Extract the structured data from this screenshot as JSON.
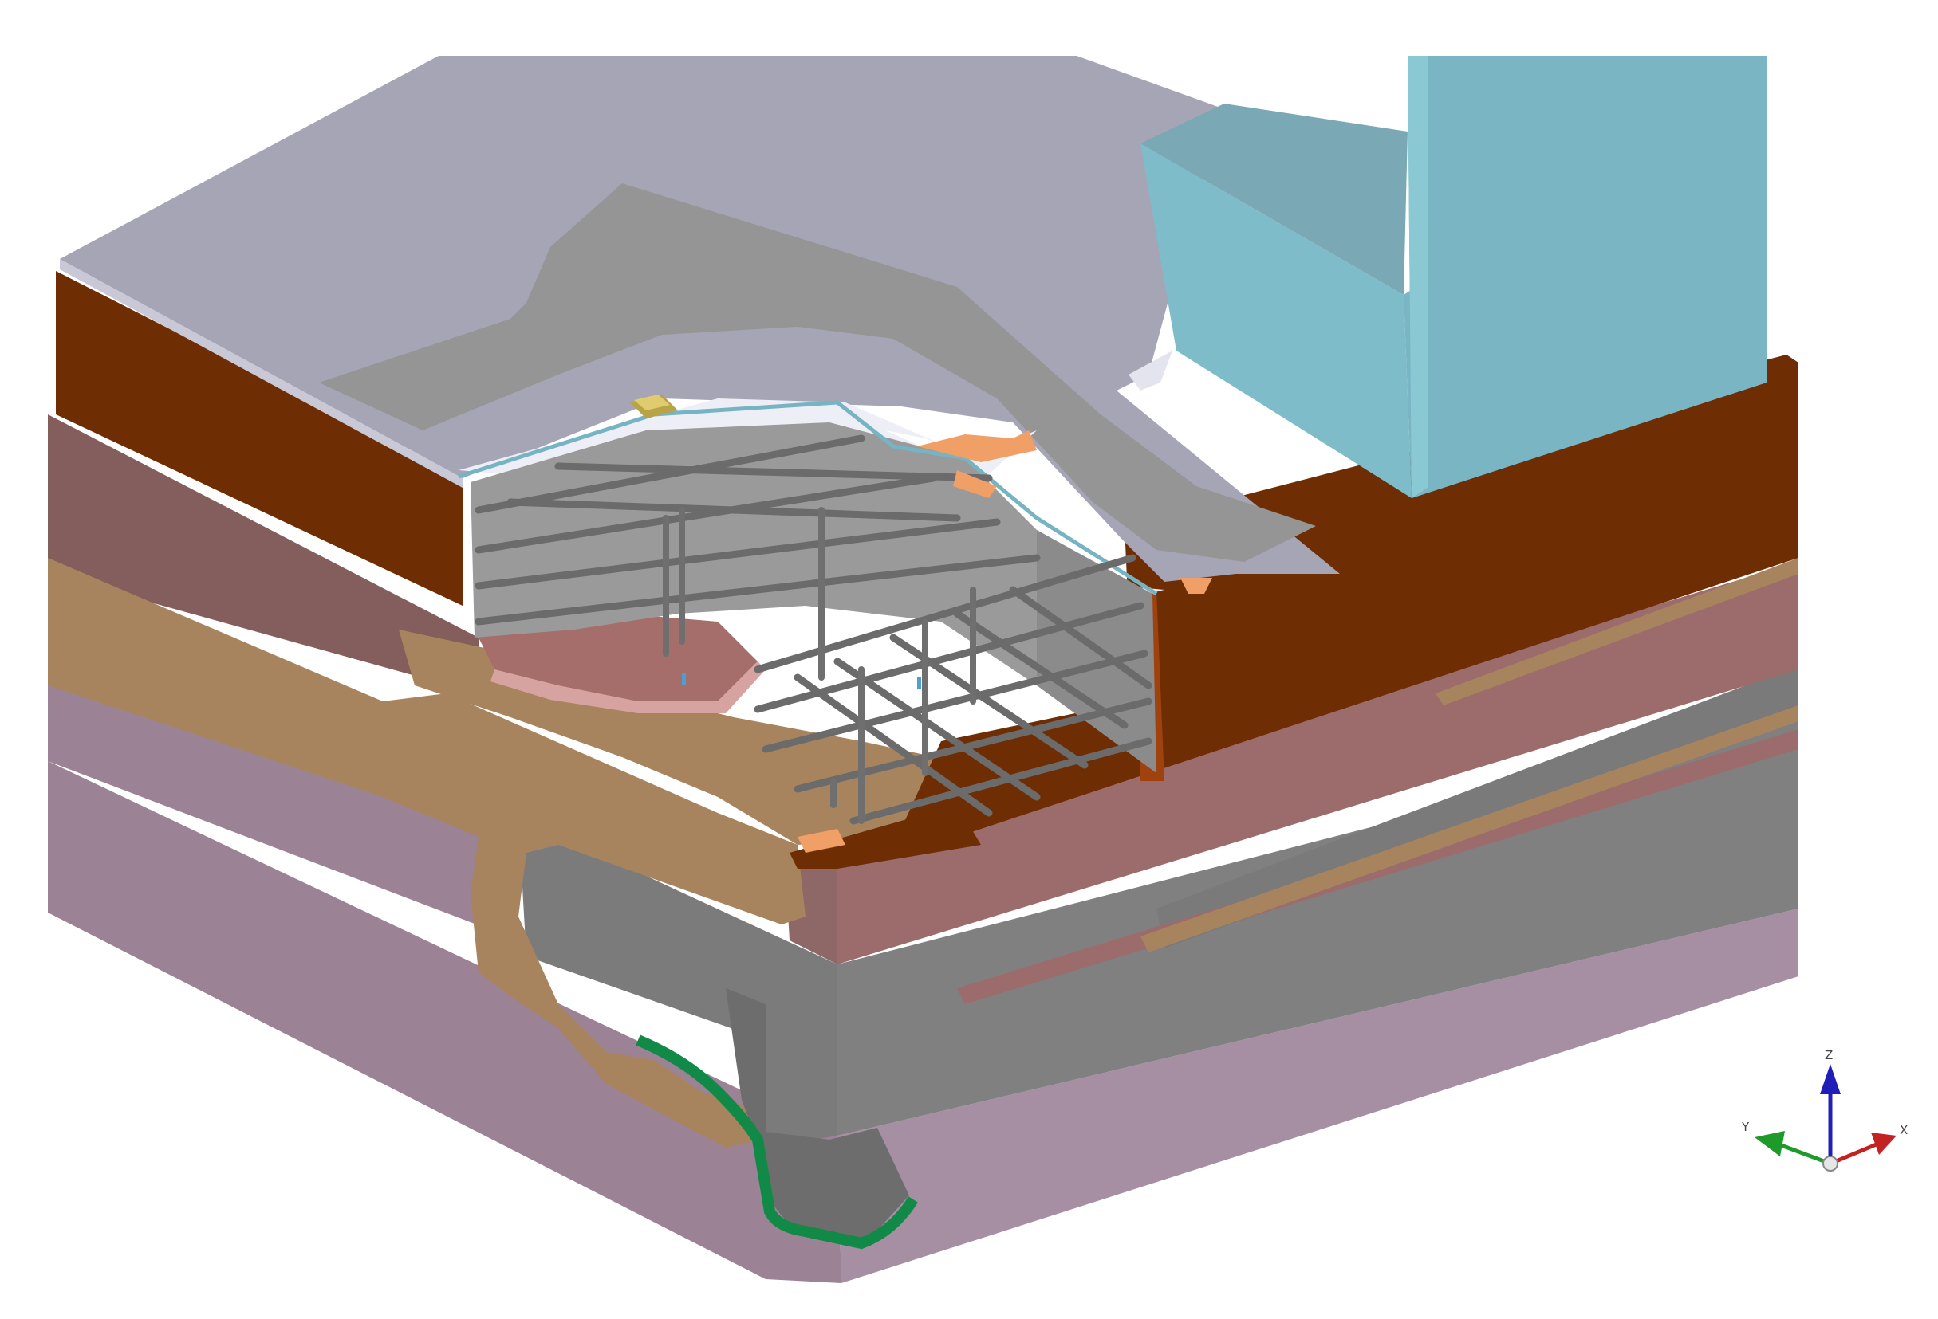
{
  "triad": {
    "x_label": "X",
    "y_label": "Y",
    "z_label": "Z"
  },
  "colors": {
    "ground_surface": "#a5a5b5",
    "surface_road": "#959595",
    "topsoil_brown": "#6e2d02",
    "soil_mauve": "#866060",
    "sand_layer": "#a8845e",
    "rock_gray": "#7d7d7d",
    "bedrock_violet": "#9b8294",
    "building_blue": "#80bbc8",
    "structure_gray": "#999999",
    "drain_green": "#108a46"
  }
}
